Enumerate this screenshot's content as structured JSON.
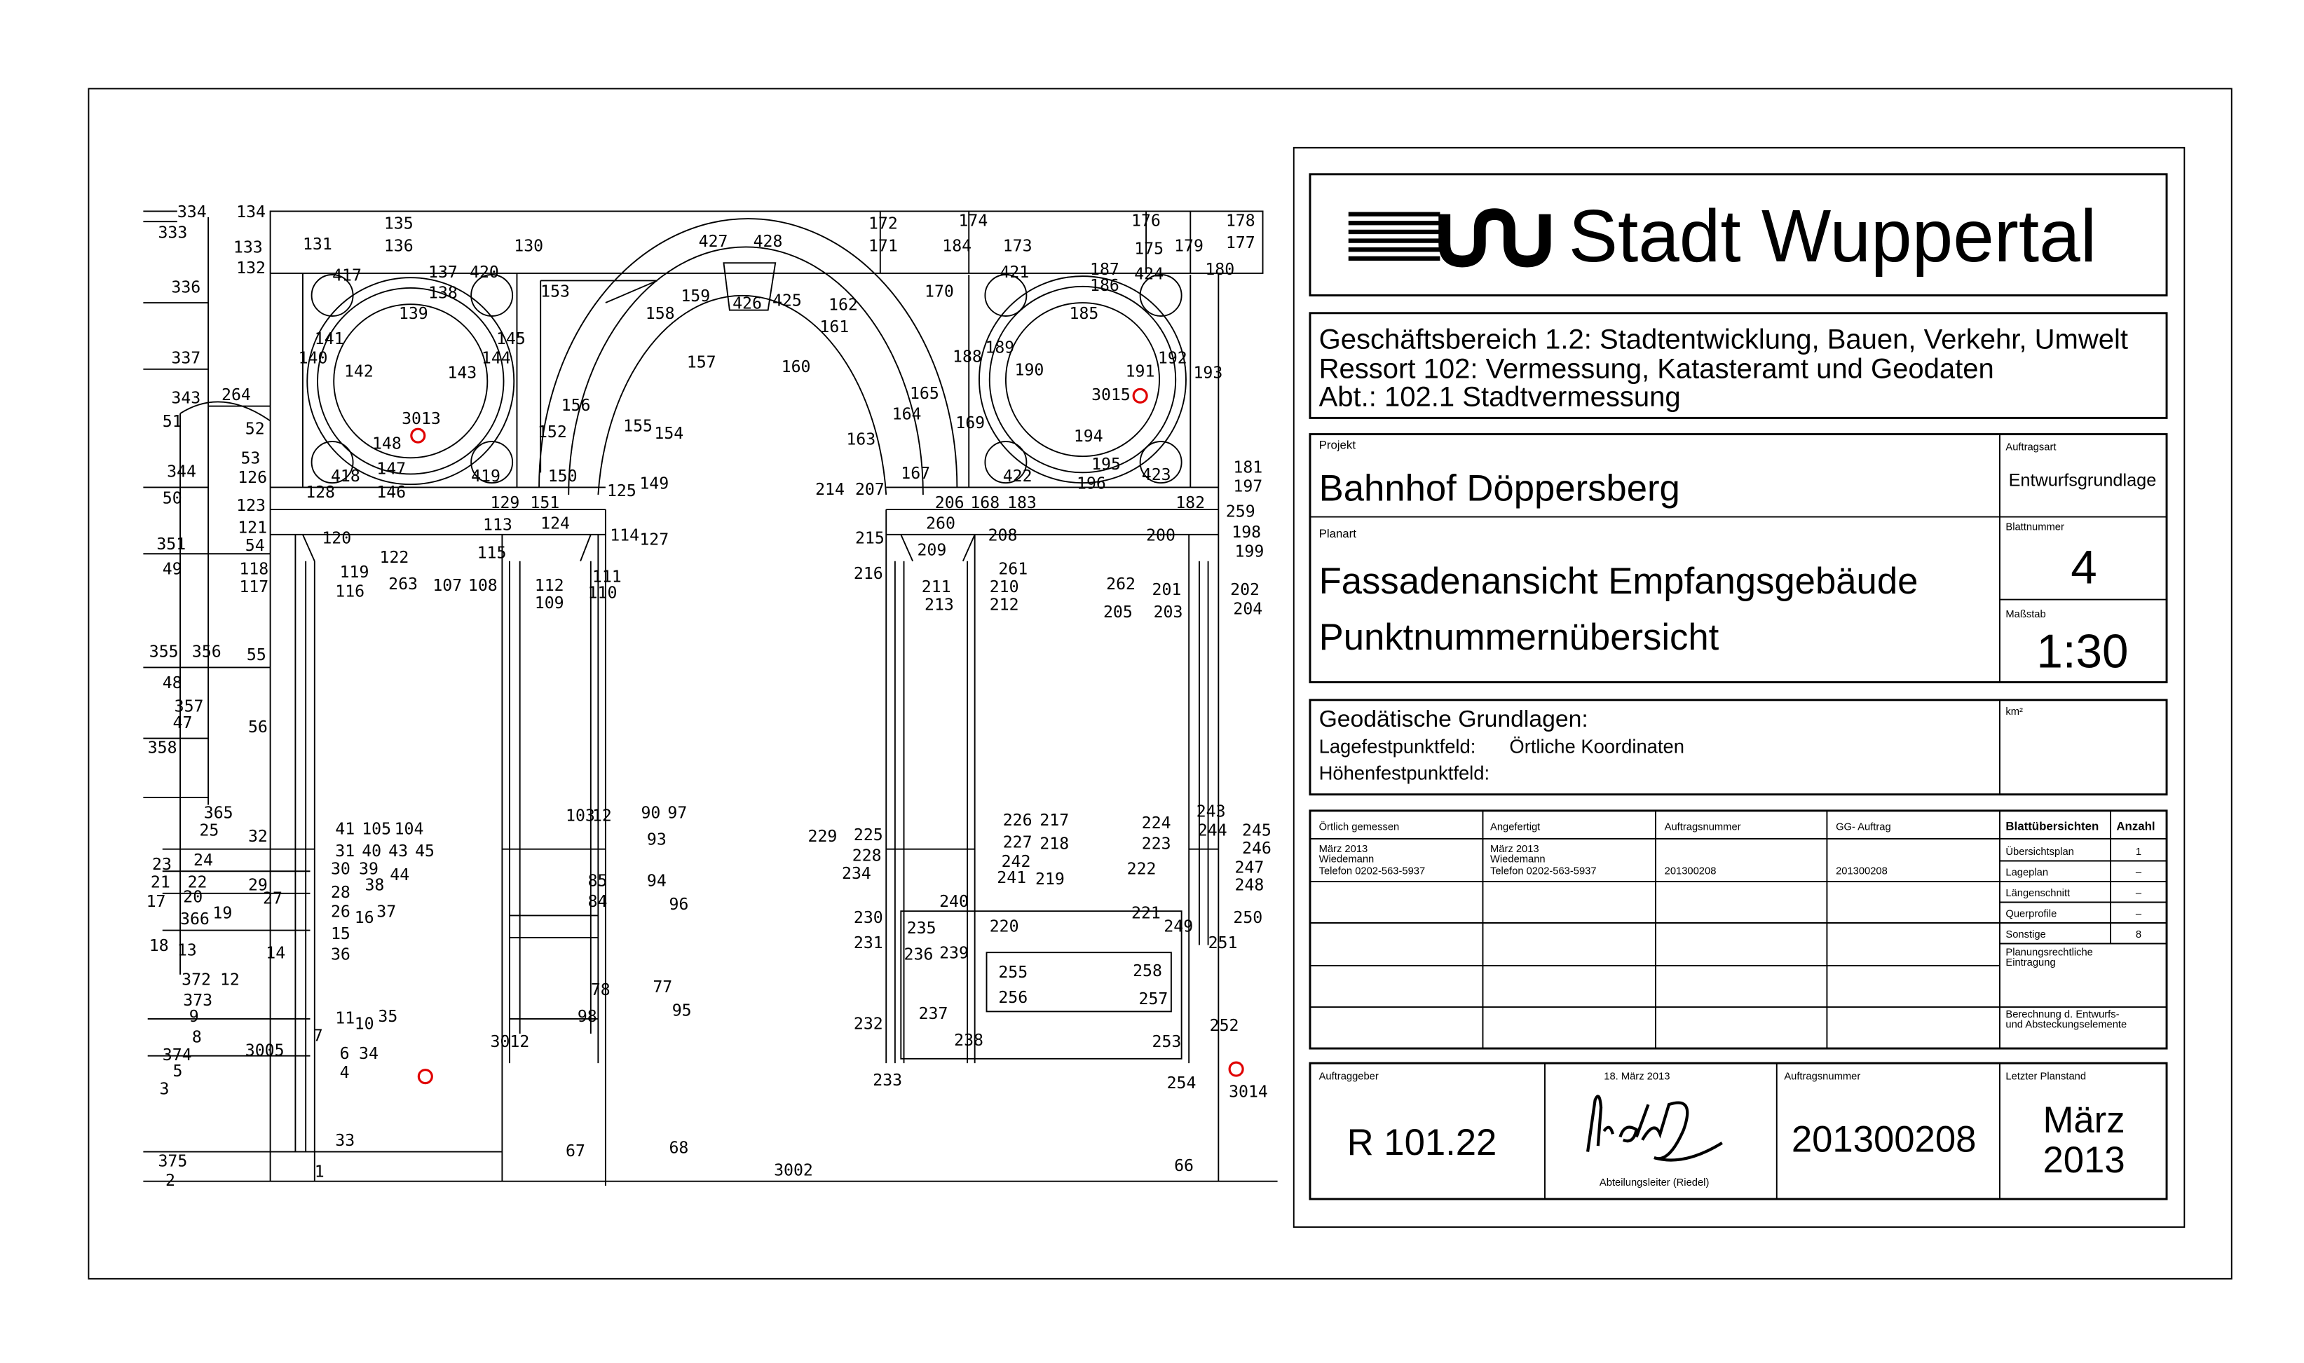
{
  "logo": {
    "text": "Stadt Wuppertal"
  },
  "office": {
    "line1": "Geschäftsbereich 1.2: Stadtentwicklung, Bauen, Verkehr, Umwelt",
    "line2": "Ressort 102: Vermessung, Katasteramt und Geodaten",
    "line3": "Abt.: 102.1 Stadtvermessung"
  },
  "project": {
    "label": "Projekt",
    "value": "Bahnhof Döppersberg",
    "plan_label": "Planart",
    "plan_line1": "Fassadenansicht Empfangsgebäude",
    "plan_line2": "Punktnummernübersicht",
    "order_type_label": "Auftragsart",
    "order_type": "Entwurfsgrundlage",
    "sheet_label": "Blattnummer",
    "sheet": "4",
    "scale_label": "Maßstab",
    "scale": "1:30"
  },
  "geodetic": {
    "title": "Geodätische Grundlagen:",
    "lage_label": "Lagefestpunktfeld:",
    "lage_value": "Örtliche Koordinaten",
    "hoehe_label": "Höhenfestpunktfeld:",
    "km_label": "km²"
  },
  "table": {
    "headers": [
      "Örtlich gemessen",
      "Angefertigt",
      "Auftragsnummer",
      "GG- Auftrag",
      "Blattübersichten",
      "Anzahl"
    ],
    "measured": [
      "März 2013",
      "Wiedemann",
      "Telefon 0202-563-5937"
    ],
    "made": [
      "März 2013",
      "Wiedemann",
      "Telefon 0202-563-5937"
    ],
    "order_no": "201300208",
    "gg_order": "201300208",
    "sheets": [
      {
        "name": "Übersichtsplan",
        "count": "1"
      },
      {
        "name": "Lageplan",
        "count": "–"
      },
      {
        "name": "Längenschnitt",
        "count": "–"
      },
      {
        "name": "Querprofile",
        "count": "–"
      },
      {
        "name": "Sonstige",
        "count": "8"
      }
    ],
    "planning": [
      "Planungsrechtliche",
      "Eintragung"
    ],
    "calc": [
      "Berechnung d. Entwurfs-",
      "und Absteckungselemente"
    ]
  },
  "footer": {
    "client_label": "Auftraggeber",
    "client": "R 101.22",
    "date": "18. März 2013",
    "signature_text": "Riedel",
    "signer": "Abteilungsleiter (Riedel)",
    "order_label": "Auftragsnummer",
    "order": "201300208",
    "last_label": "Letzter Planstand",
    "last_month": "März",
    "last_year": "2013"
  },
  "colors": {
    "marker": "#e00000",
    "line": "#000000"
  },
  "points": [
    "334",
    "333",
    "134",
    "135",
    "136",
    "131",
    "130",
    "133",
    "132",
    "336",
    "417",
    "137",
    "420",
    "138",
    "139",
    "153",
    "337",
    "141",
    "145",
    "140",
    "144",
    "142",
    "143",
    "343",
    "264",
    "51",
    "52",
    "3013",
    "148",
    "156",
    "152",
    "155",
    "154",
    "53",
    "418",
    "147",
    "419",
    "150",
    "344",
    "126",
    "128",
    "146",
    "125",
    "149",
    "50",
    "123",
    "129",
    "151",
    "113",
    "124",
    "121",
    "114",
    "127",
    "351",
    "54",
    "120",
    "122",
    "115",
    "49",
    "118",
    "117",
    "119",
    "116",
    "263",
    "107",
    "108",
    "112",
    "109",
    "111",
    "110",
    "355",
    "356",
    "55",
    "48",
    "357",
    "47",
    "56",
    "358",
    "365",
    "25",
    "32",
    "41",
    "105",
    "104",
    "31",
    "40",
    "43",
    "45",
    "23",
    "24",
    "30",
    "39",
    "44",
    "22",
    "29",
    "38",
    "21",
    "20",
    "27",
    "28",
    "17",
    "366",
    "19",
    "26",
    "16",
    "37",
    "15",
    "18",
    "13",
    "14",
    "36",
    "372",
    "12",
    "373",
    "9",
    "11",
    "10",
    "35",
    "8",
    "374",
    "3005",
    "7",
    "6",
    "34",
    "5",
    "4",
    "3",
    "33",
    "375",
    "2",
    "1",
    "103",
    "12",
    "90",
    "97",
    "93",
    "85",
    "84",
    "94",
    "96",
    "77",
    "95",
    "78",
    "98",
    "3012",
    "67",
    "68",
    "3002",
    "66",
    "427",
    "428",
    "172",
    "171",
    "174",
    "184",
    "173",
    "176",
    "175",
    "179",
    "178",
    "177",
    "180",
    "159",
    "158",
    "426",
    "425",
    "162",
    "161",
    "157",
    "160",
    "170",
    "421",
    "187",
    "186",
    "424",
    "185",
    "189",
    "188",
    "190",
    "191",
    "192",
    "193",
    "3015",
    "165",
    "164",
    "169",
    "163",
    "194",
    "167",
    "195",
    "422",
    "196",
    "423",
    "181",
    "197",
    "214",
    "207",
    "206",
    "168",
    "183",
    "182",
    "259",
    "260",
    "215",
    "208",
    "200",
    "198",
    "199",
    "209",
    "261",
    "216",
    "211",
    "210",
    "262",
    "201",
    "202",
    "213",
    "212",
    "205",
    "203",
    "204",
    "243",
    "226",
    "217",
    "224",
    "244",
    "245",
    "229",
    "225",
    "227",
    "218",
    "223",
    "246",
    "228",
    "242",
    "247",
    "234",
    "241",
    "219",
    "222",
    "248",
    "240",
    "230",
    "235",
    "220",
    "221",
    "249",
    "250",
    "231",
    "236",
    "239",
    "251",
    "255",
    "258",
    "256",
    "257",
    "237",
    "232",
    "252",
    "238",
    "253",
    "233",
    "254",
    "3014"
  ]
}
